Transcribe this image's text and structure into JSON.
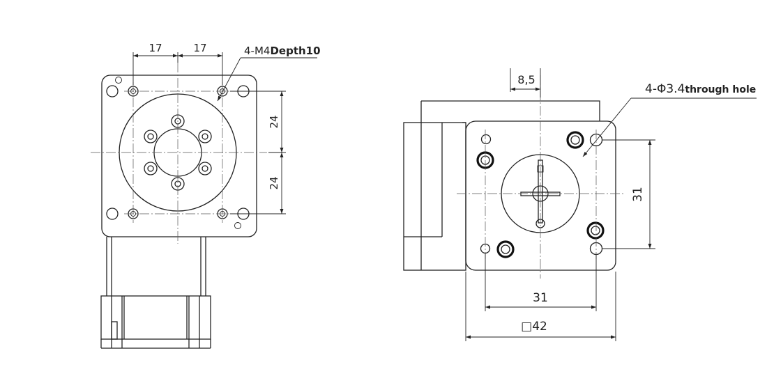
{
  "left_view": {
    "dim_17_a": "17",
    "dim_17_b": "17",
    "dim_24_top": "24",
    "dim_24_bottom": "24",
    "callout_prefix": "4-M4",
    "callout_suffix": "Depth10"
  },
  "right_view": {
    "dim_8_5": "8,5",
    "callout_prefix": "4-Φ3.4",
    "callout_suffix": "through hole",
    "dim_31_vertical": "31",
    "dim_31_horizontal": "31",
    "dim_42": "□42"
  }
}
